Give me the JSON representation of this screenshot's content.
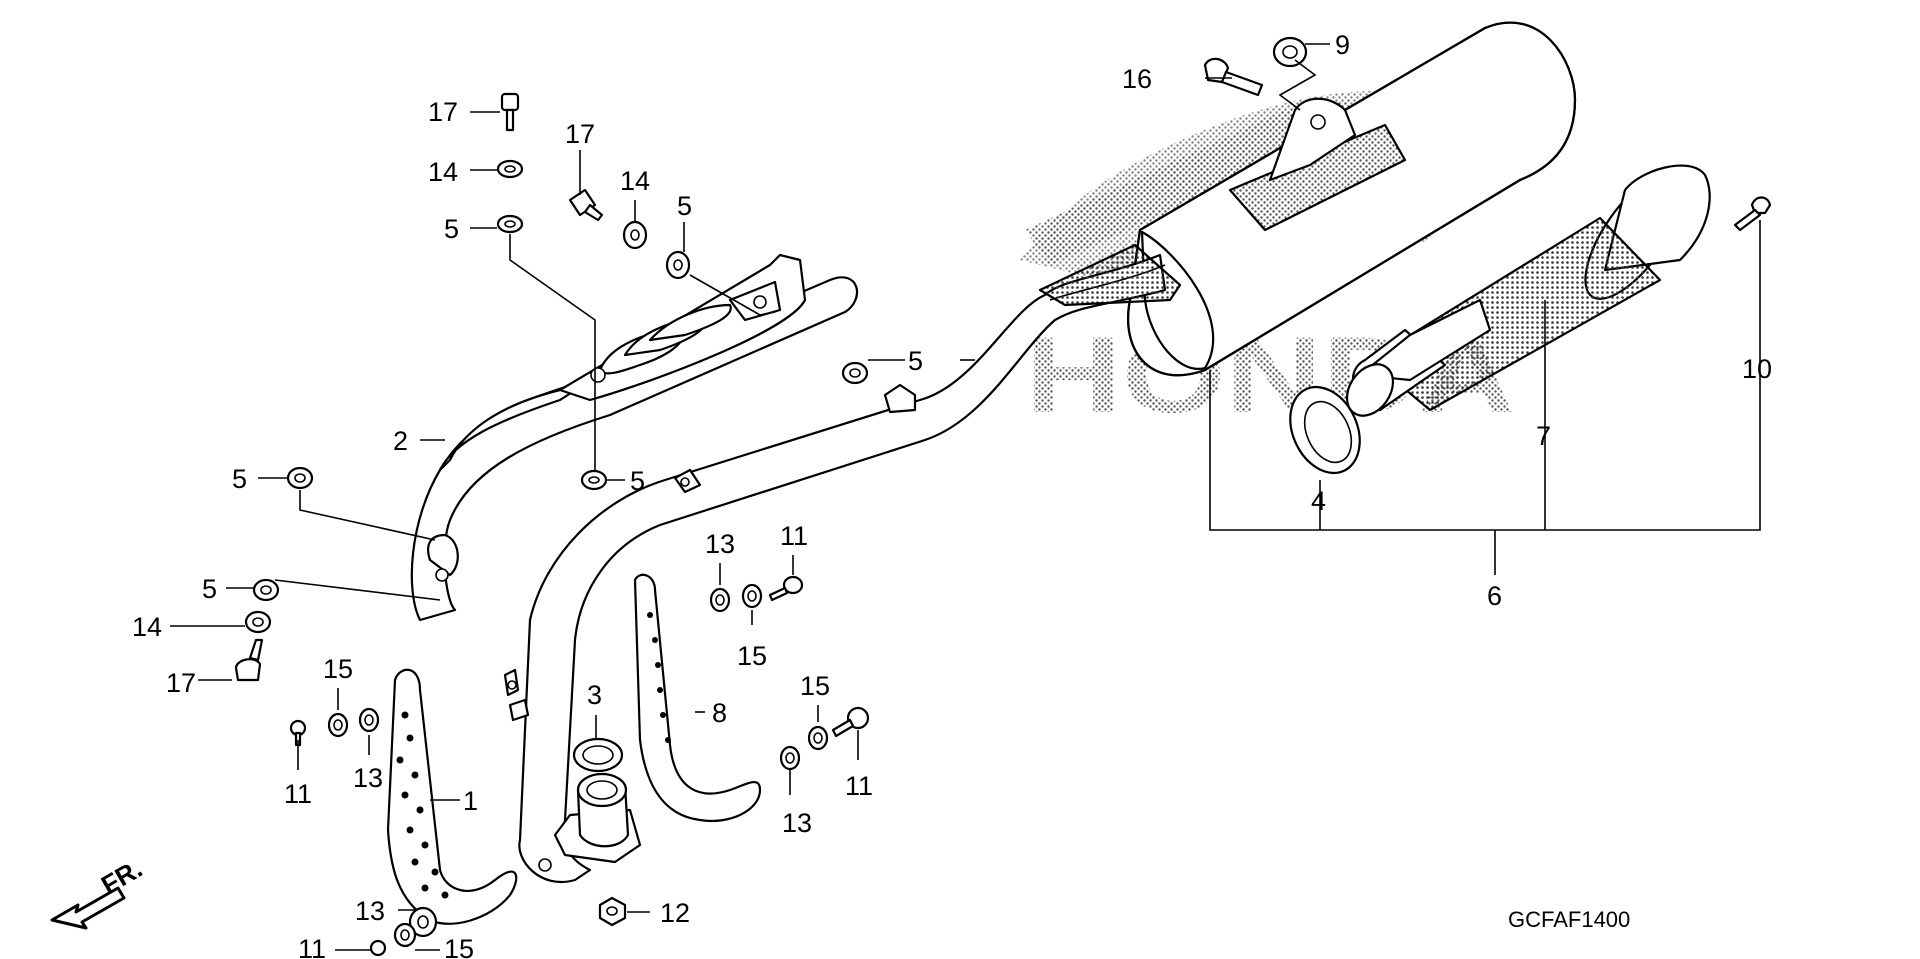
{
  "diagram": {
    "code": "GCFAF1400",
    "direction_label": "FR.",
    "watermark": "HONDA",
    "callouts": {
      "c1": "1",
      "c2": "2",
      "c3": "3",
      "c4": "4",
      "c5": "5",
      "c6": "6",
      "c7": "7",
      "c8": "8",
      "c9": "9",
      "c10": "10",
      "c11": "11",
      "c12": "12",
      "c13": "13",
      "c14": "14",
      "c15": "15",
      "c16": "16",
      "c17": "17"
    }
  }
}
